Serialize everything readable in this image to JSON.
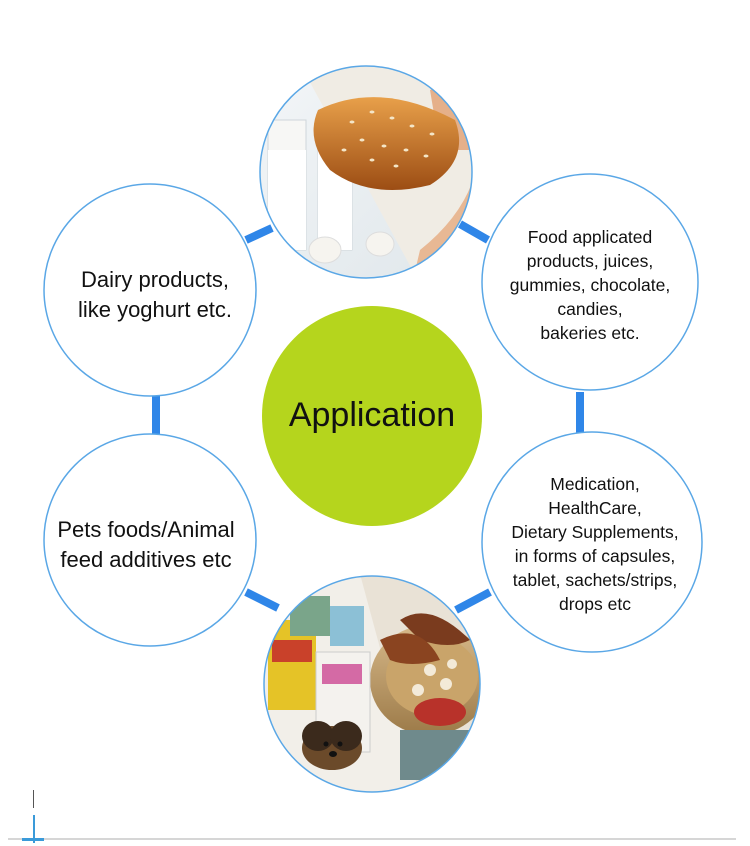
{
  "diagram": {
    "center_label": "Application",
    "nodes": {
      "dairy": "Dairy products,\nlike yoghurt etc.",
      "food": "Food applicated\nproducts, juices,\ngummies, chocolate,\ncandies,\n bakeries etc.",
      "pets": "Pets foods/Animal\nfeed additives etc",
      "medication": "Medication,\nHealthCare,\nDietary Supplements,\nin forms of capsules,\ntablet, sachets/strips,\ndrops etc"
    },
    "photo_top_icons": [
      "milk-glass-icon",
      "bread-loaf-icon",
      "egg-icon"
    ],
    "photo_bottom_icons": [
      "pet-food-bag-icon",
      "dog-icon",
      "herbs-basket-icon"
    ]
  },
  "colors": {
    "center_fill": "#b5d51d",
    "connector": "#2f86e8",
    "circle_border": "#5aa7e6"
  }
}
